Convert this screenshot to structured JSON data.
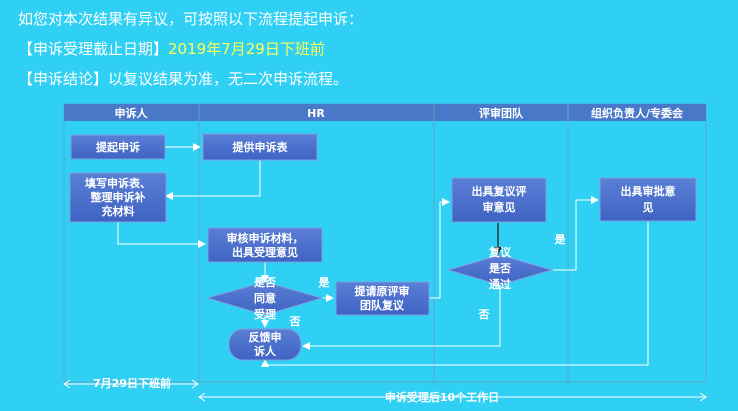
{
  "header": {
    "line1": "如您对本次结果有异议，可按照以下流程提起申诉：",
    "line2_label": "【申诉受理截止日期】",
    "line2_value": "2019年7月29日下班前",
    "line3_label": "【申诉结论】",
    "line3_value": "以复议结果为准，无二次申诉流程。"
  },
  "lanes": [
    "申诉人",
    "HR",
    "评审团队",
    "组织负责人/专委会"
  ],
  "nodes": {
    "n1": "提起申诉",
    "n2": "提供申诉表",
    "n3a": "填写申诉表、",
    "n3b": "整理申诉补",
    "n3c": "充材料",
    "n4a": "审核申诉材料，",
    "n4b": "出具受理意见",
    "d1a": "是否",
    "d1b": "同意",
    "d1c": "受理",
    "n5a": "提请原评审",
    "n5b": "团队复议",
    "n6a": "出具复议评",
    "n6b": "审意见",
    "d2a": "复议",
    "d2b": "是否",
    "d2c": "通过",
    "n7a": "出具审批意",
    "n7b": "见",
    "n8a": "反馈申",
    "n8b": "诉人"
  },
  "labels": {
    "yes1": "是",
    "no1": "否",
    "yes2": "是",
    "no2": "否"
  },
  "timeline": {
    "left": "7月29日下班前",
    "right": "申诉受理后10个工作日"
  }
}
